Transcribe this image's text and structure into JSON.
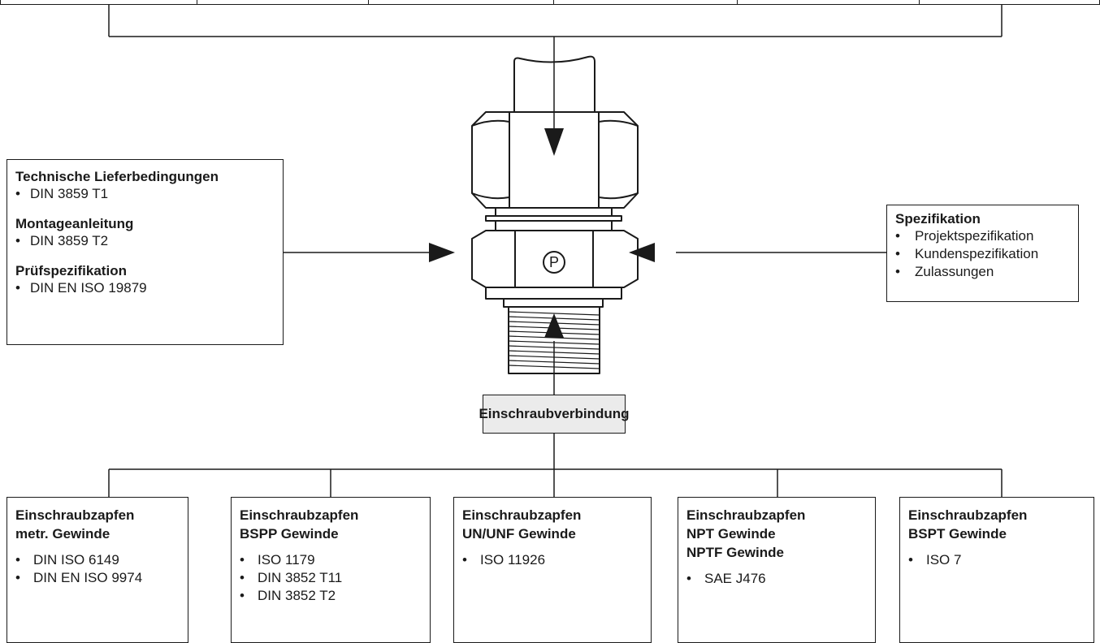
{
  "center_label": "Einschraubverbindung",
  "part_marking": "P",
  "left_box": {
    "groups": [
      {
        "title": "Technische Lieferbedingungen",
        "items": [
          "DIN 3859 T1"
        ]
      },
      {
        "title": "Montageanleitung",
        "items": [
          "DIN 3859 T2"
        ]
      },
      {
        "title": "Prüfspezifikation",
        "items": [
          "DIN EN ISO 19879"
        ]
      }
    ]
  },
  "right_box": {
    "title": "Spezifikation",
    "items": [
      "Projektspezifikation",
      "Kundenspezifikation",
      "Zulassungen"
    ]
  },
  "bottom_boxes": [
    {
      "title_lines": [
        "Einschraubzapfen",
        "metr. Gewinde"
      ],
      "items": [
        "DIN ISO 6149",
        "DIN EN ISO 9974"
      ]
    },
    {
      "title_lines": [
        "Einschraubzapfen",
        "BSPP Gewinde"
      ],
      "items": [
        "ISO 1179",
        "DIN 3852 T11",
        "DIN 3852 T2"
      ]
    },
    {
      "title_lines": [
        "Einschraubzapfen",
        "UN/UNF Gewinde"
      ],
      "items": [
        "ISO 11926"
      ]
    },
    {
      "title_lines": [
        "Einschraubzapfen",
        "NPT Gewinde",
        "NPTF Gewinde"
      ],
      "items": [
        "SAE J476"
      ]
    },
    {
      "title_lines": [
        "Einschraubzapfen",
        "BSPT Gewinde"
      ],
      "items": [
        "ISO 7"
      ]
    }
  ]
}
